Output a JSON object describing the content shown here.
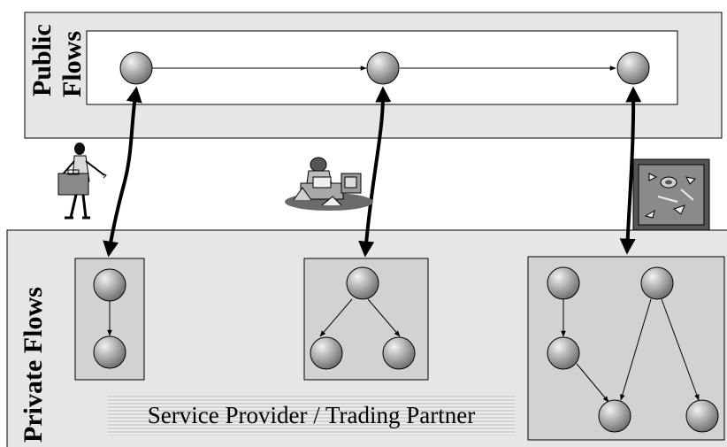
{
  "public_zone": {
    "label_line1": "Public",
    "label_line2": "Flows"
  },
  "private_zone": {
    "label": "Private Flows"
  },
  "footer": {
    "label": "Service Provider / Trading Partner"
  },
  "icons": [
    "businessman-briefcase-icon",
    "office-worker-desk-icon",
    "map-navigation-icon"
  ],
  "colors": {
    "zone_fill": "#e6e6e6",
    "box_fill": "#d2d2d2",
    "node_fill": "#9a9a9a",
    "line": "#000000"
  }
}
